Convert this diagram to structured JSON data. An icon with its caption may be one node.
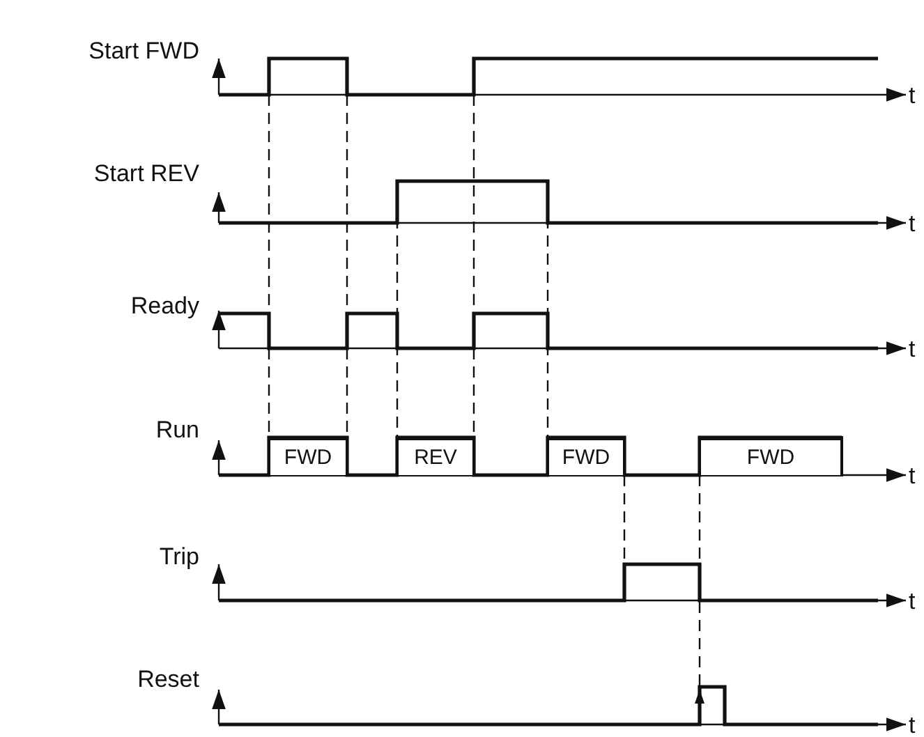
{
  "diagram": {
    "nodes": [
      {
        "text": [
          "FWD"
        ]
      },
      {
        "text": [
          "REV"
        ]
      },
      {
        "text": [
          "FWD"
        ]
      },
      {
        "text": [
          "FWD"
        ]
      }
    ],
    "labels": [
      "Start FWD",
      "t",
      "Start REV",
      "t",
      "Ready",
      "t",
      "Run",
      "t",
      "Trip",
      "t",
      "Reset",
      "t"
    ]
  }
}
